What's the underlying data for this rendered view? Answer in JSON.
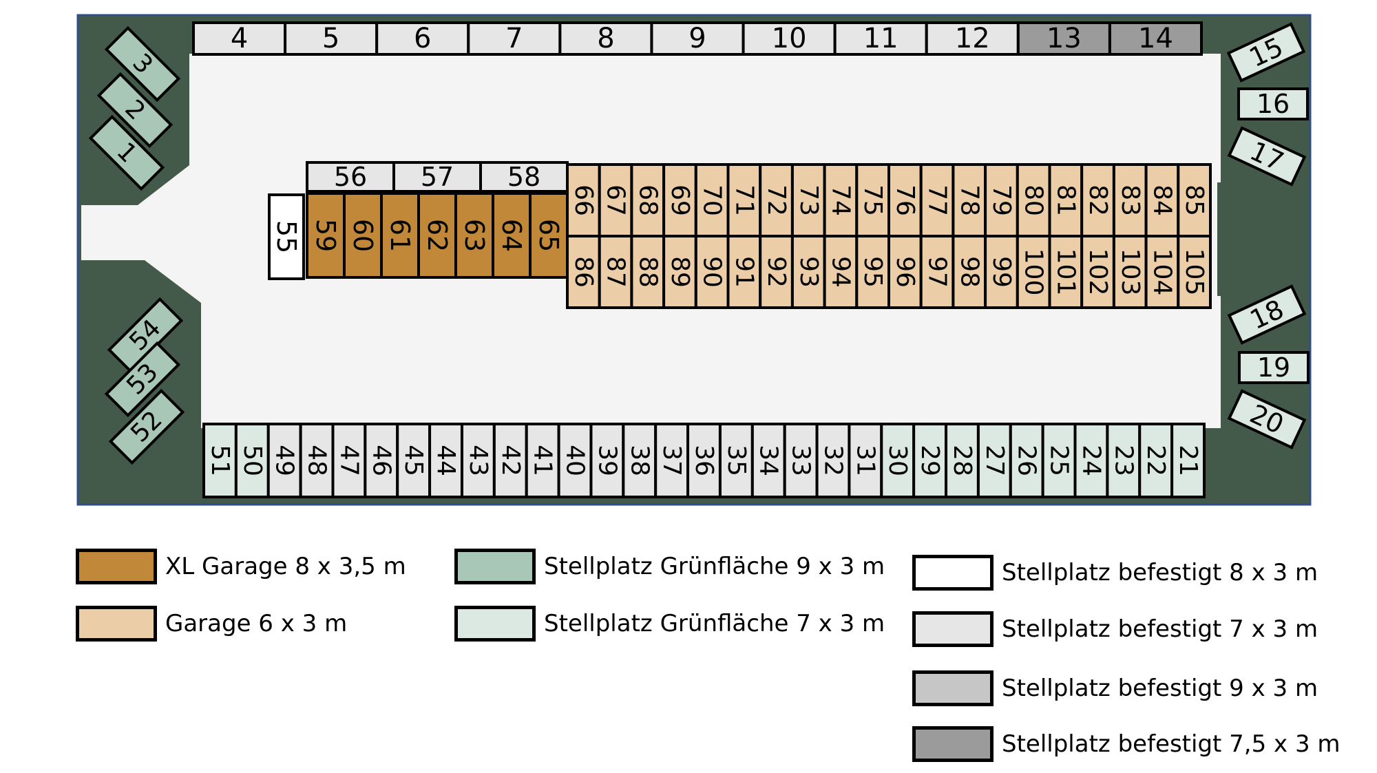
{
  "colors": {
    "ground": "#435a4a",
    "paved_road": "#f4f4f4",
    "border": "#2f4f8a",
    "outline": "#000000"
  },
  "legend": [
    {
      "label": "XL Garage 8 x 3,5 m",
      "color": "#c08838"
    },
    {
      "label": "Garage 6 x 3 m",
      "color": "#ebcda7"
    },
    {
      "label": "Stellplatz Grünfläche 9 x 3 m",
      "color": "#a9c7b6"
    },
    {
      "label": "Stellplatz Grünfläche 7 x 3 m",
      "color": "#dce9e2"
    },
    {
      "label": "Stellplatz befestigt 8 x 3 m",
      "color": "#ffffff"
    },
    {
      "label": "Stellplatz befestigt 7 x 3 m",
      "color": "#e6e6e6"
    },
    {
      "label": "Stellplatz befestigt 9 x 3 m",
      "color": "#c6c6c6"
    },
    {
      "label": "Stellplatz befestigt 7,5 x 3 m",
      "color": "#9b9b9b"
    }
  ],
  "groups": {
    "top_row": {
      "labels": [
        "4",
        "5",
        "6",
        "7",
        "8",
        "9",
        "10",
        "11",
        "12",
        "13",
        "14"
      ],
      "types": [
        5,
        5,
        5,
        5,
        5,
        5,
        5,
        5,
        5,
        7,
        7
      ]
    },
    "left_top_diagonal": {
      "labels": [
        "3",
        "2",
        "1"
      ],
      "type": 2
    },
    "left_bottom_diagonal": {
      "labels": [
        "54",
        "53",
        "52"
      ],
      "type": 2
    },
    "right_column": {
      "labels": [
        "15",
        "16",
        "17",
        "18",
        "19",
        "20"
      ],
      "type": 3
    },
    "center_top": {
      "labels": [
        "56",
        "57",
        "58"
      ],
      "type": 5
    },
    "center_55": {
      "label": "55",
      "type": 4
    },
    "xl_garages": {
      "labels": [
        "59",
        "60",
        "61",
        "62",
        "63",
        "64",
        "65"
      ],
      "type": 0
    },
    "garages_upper": {
      "labels": [
        "66",
        "67",
        "68",
        "69",
        "70",
        "71",
        "72",
        "73",
        "74",
        "75",
        "76",
        "77",
        "78",
        "79",
        "80",
        "81",
        "82",
        "83",
        "84",
        "85"
      ],
      "type": 1
    },
    "garages_lower": {
      "labels": [
        "86",
        "87",
        "88",
        "89",
        "90",
        "91",
        "92",
        "93",
        "94",
        "95",
        "96",
        "97",
        "98",
        "99",
        "100",
        "101",
        "102",
        "103",
        "104",
        "105"
      ],
      "type": 1
    },
    "bottom_row": {
      "labels": [
        "51",
        "50",
        "49",
        "48",
        "47",
        "46",
        "45",
        "44",
        "43",
        "42",
        "41",
        "40",
        "39",
        "38",
        "37",
        "36",
        "35",
        "34",
        "33",
        "32",
        "31",
        "30",
        "29",
        "28",
        "27",
        "26",
        "25",
        "24",
        "23",
        "22",
        "21"
      ],
      "types": [
        3,
        3,
        5,
        5,
        5,
        5,
        5,
        5,
        5,
        5,
        5,
        5,
        5,
        5,
        5,
        5,
        5,
        5,
        5,
        5,
        5,
        3,
        3,
        3,
        3,
        3,
        3,
        3,
        3,
        3,
        3
      ]
    }
  }
}
